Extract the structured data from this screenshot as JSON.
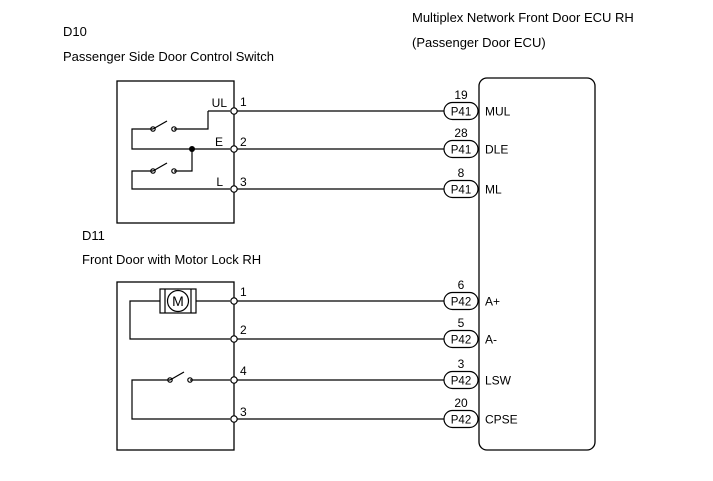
{
  "switch_unit": {
    "code": "D10",
    "name": "Passenger Side Door Control Switch",
    "terminals": [
      {
        "label": "UL",
        "pin": "1"
      },
      {
        "label": "E",
        "pin": "2"
      },
      {
        "label": "L",
        "pin": "3"
      }
    ]
  },
  "lock_unit": {
    "code": "D11",
    "name": "Front Door with Motor Lock RH",
    "motor_symbol": "M",
    "terminals": [
      {
        "pin": "1"
      },
      {
        "pin": "2"
      },
      {
        "pin": "4"
      },
      {
        "pin": "3"
      }
    ]
  },
  "ecu": {
    "name_line1": "Multiplex Network Front Door ECU RH",
    "name_line2": "(Passenger Door ECU)",
    "pins": [
      {
        "number": "19",
        "connector": "P41",
        "signal": "MUL"
      },
      {
        "number": "28",
        "connector": "P41",
        "signal": "DLE"
      },
      {
        "number": "8",
        "connector": "P41",
        "signal": "ML"
      },
      {
        "number": "6",
        "connector": "P42",
        "signal": "A+"
      },
      {
        "number": "5",
        "connector": "P42",
        "signal": "A-"
      },
      {
        "number": "3",
        "connector": "P42",
        "signal": "LSW"
      },
      {
        "number": "20",
        "connector": "P42",
        "signal": "CPSE"
      }
    ]
  }
}
